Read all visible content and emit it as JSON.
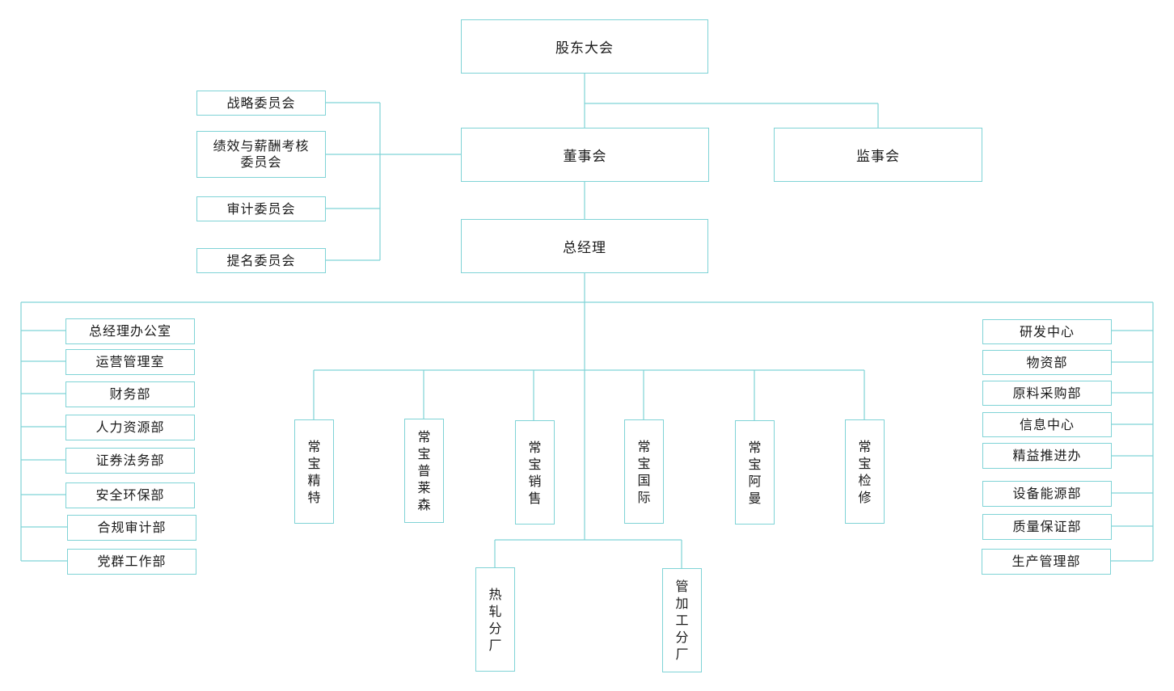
{
  "top_nodes": {
    "shareholders": "股东大会",
    "board": "董事会",
    "supervisors": "监事会",
    "gm": "总经理"
  },
  "committees": [
    "战略委员会",
    "绩效与薪酬考核\n委员会",
    "审计委员会",
    "提名委员会"
  ],
  "left_departments": [
    "总经理办公室",
    "运营管理室",
    "财务部",
    "人力资源部",
    "证券法务部",
    "安全环保部",
    "合规审计部",
    "党群工作部"
  ],
  "right_departments": [
    "研发中心",
    "物资部",
    "原料采购部",
    "信息中心",
    "精益推进办",
    "设备能源部",
    "质量保证部",
    "生产管理部"
  ],
  "subsidiaries": [
    "常\n宝\n精\n特",
    "常\n宝\n普\n莱\n森",
    "常\n宝\n销\n售",
    "常\n宝\n国\n际",
    "常\n宝\n阿\n曼",
    "常\n宝\n检\n修"
  ],
  "factories": [
    "热\n轧\n分\n厂",
    "管\n加\n工\n分\n厂"
  ],
  "colors": {
    "line": "#7fd3d6",
    "text": "#1a1a1a"
  }
}
